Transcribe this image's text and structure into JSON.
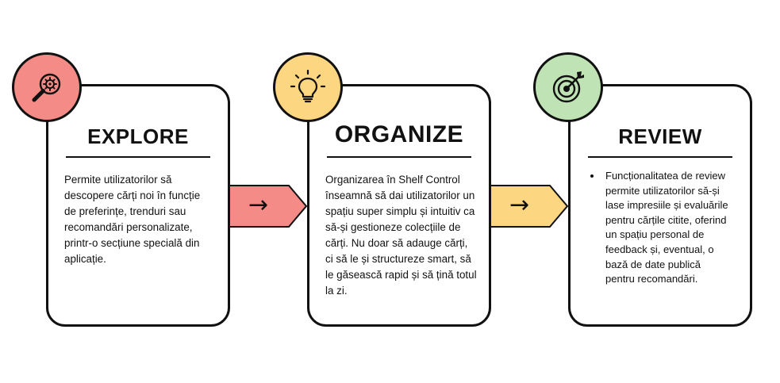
{
  "steps": [
    {
      "title": "EXPLORE",
      "icon": "magnifier-gear-icon",
      "color": "#F48B87",
      "text": "Permite utilizatorilor să descopere cărți noi în funcție de preferințe, trenduri sau recomandări personalizate, printr-o secțiune specială din aplicație."
    },
    {
      "title": "ORGANIZE",
      "icon": "lightbulb-icon",
      "color": "#FDD681",
      "text": "Organizarea în Shelf Control înseamnă să dai utilizatorilor un spațiu super simplu și intuitiv ca să-și gestioneze colecțiile de cărți. Nu doar să adauge cărți, ci să le și structureze smart, să le găsească rapid și să țină totul la zi."
    },
    {
      "title": "REVIEW",
      "icon": "target-icon",
      "color": "#BFE3B4",
      "text": "Funcționalitatea de review permite utilizatorilor să-și lase impresiile și evaluările pentru cărțile citite, oferind un spațiu personal de feedback și, eventual, o bază de date publică pentru recomandări."
    }
  ],
  "arrows": [
    "→",
    "→"
  ]
}
